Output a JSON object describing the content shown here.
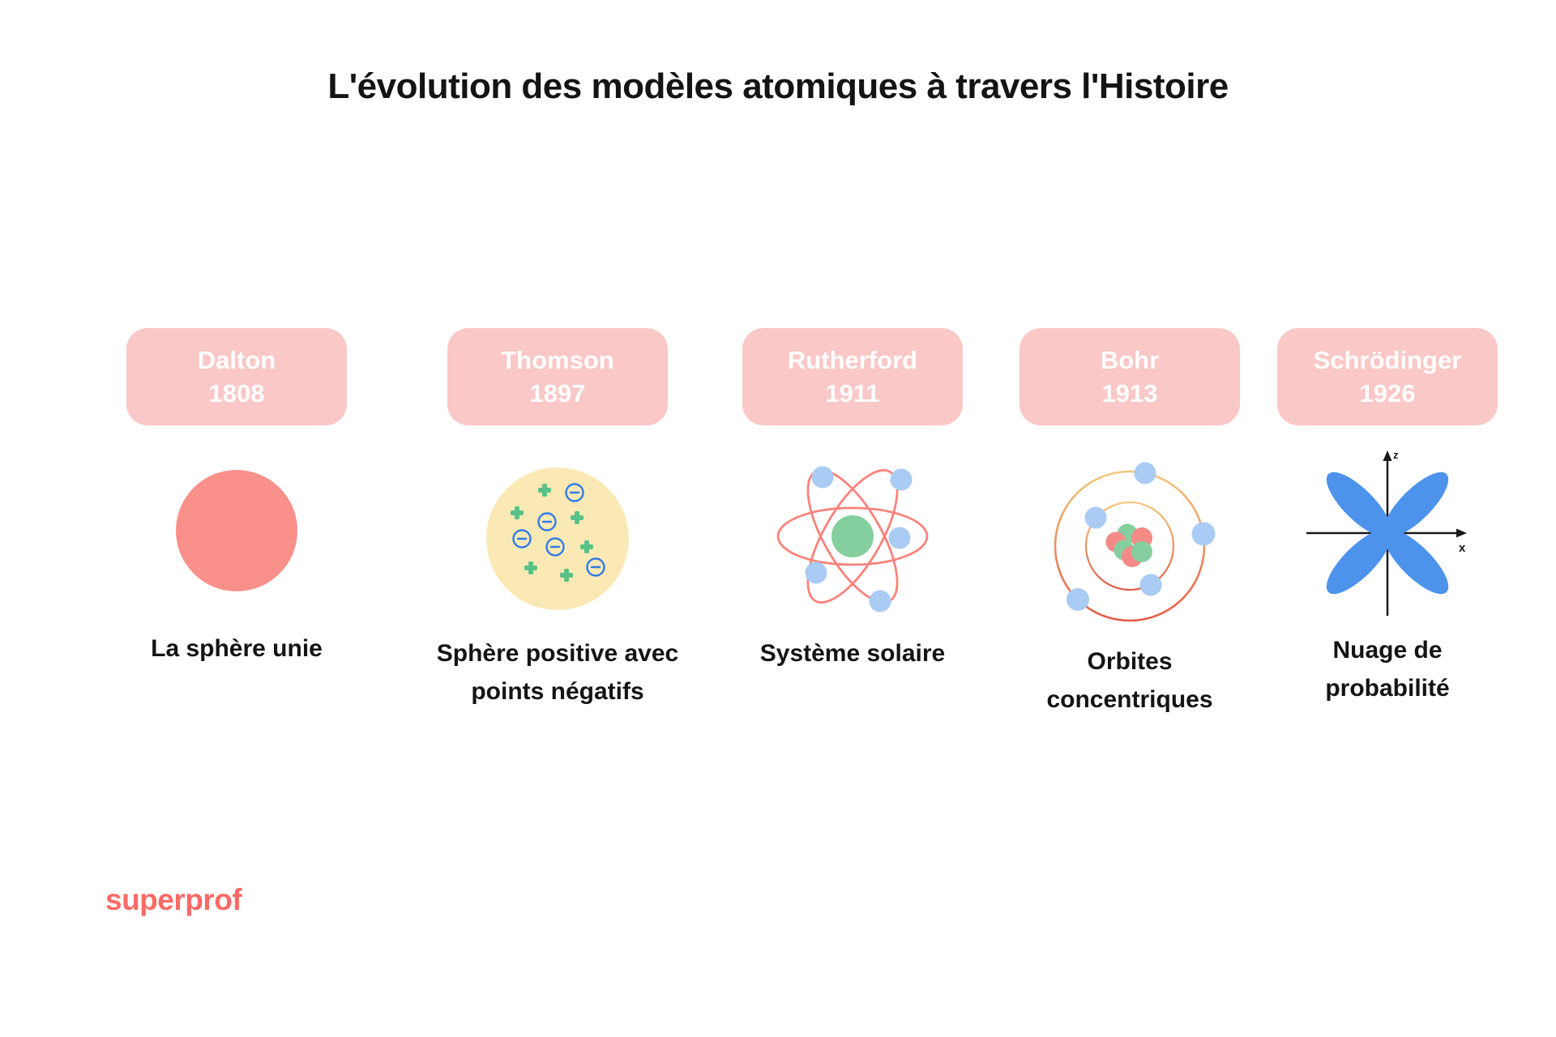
{
  "title": "L'évolution des modèles atomiques à travers l'Histoire",
  "brand": "superprof",
  "models": [
    {
      "name": "Dalton",
      "year": "1808",
      "caption": "La sphère unie"
    },
    {
      "name": "Thomson",
      "year": "1897",
      "caption": "Sphère positive avec\npoints négatifs"
    },
    {
      "name": "Rutherford",
      "year": "1911",
      "caption": "Système solaire"
    },
    {
      "name": "Bohr",
      "year": "1913",
      "caption": "Orbites\nconcentriques"
    },
    {
      "name": "Schrödinger",
      "year": "1926",
      "caption": "Nuage de\nprobabilité",
      "axes": {
        "vertical": "z",
        "horizontal": "x"
      }
    }
  ],
  "colors": {
    "card_pink": "#F9C8C7",
    "card_text": "#FFFFFF",
    "dalton_sphere": "#F9908A",
    "thomson_sphere": "#FAE9B4",
    "plus_green": "#57C286",
    "minus_blue": "#2F7BEA",
    "orbit_coral": "#F8837C",
    "nucleus_green": "#85CF9E",
    "nucleus_red": "#F48A86",
    "electron_blue": "#A9CBF4",
    "bohr_ring_top": "#F5C77E",
    "bohr_ring_bottom": "#E25C47",
    "probability_blue": "#4E93EB",
    "brand_coral": "#FB6A66",
    "text_black": "#141414"
  }
}
